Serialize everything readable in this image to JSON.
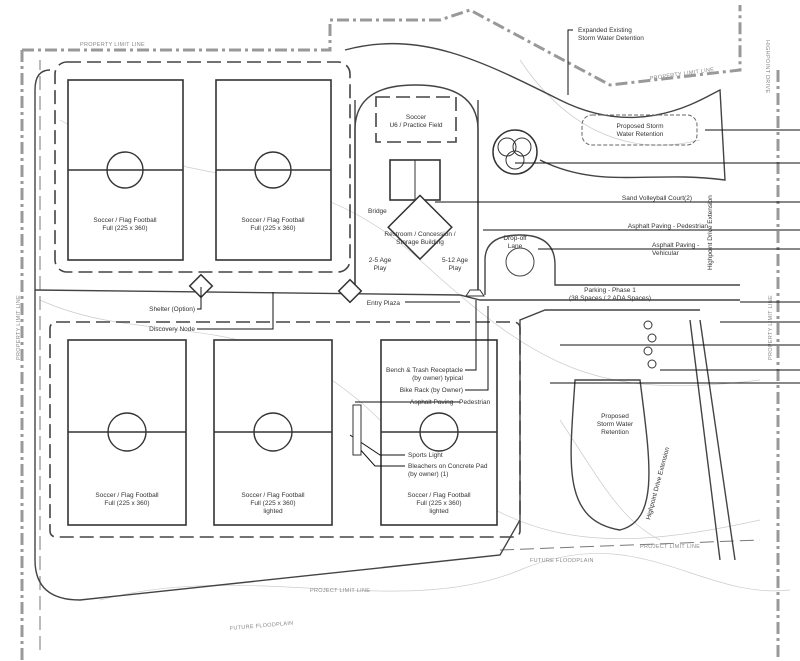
{
  "labels": {
    "expanded_detention": [
      "Expanded Existing",
      "Storm Water Detention"
    ],
    "property_limit_line": "PROPERTY LIMIT LINE",
    "project_limit_line": "PROJECT LIMIT LINE",
    "future_floodplain": "FUTURE FLOODPLAIN",
    "highpoint_drive": "HIGHPOINT DRIVE",
    "highpoint_drive_extension": "Highpoint Drive Extension",
    "proposed_retention_top": [
      "Proposed Storm",
      "Water Retention"
    ],
    "proposed_retention_bottom": [
      "Proposed",
      "Storm Water",
      "Retention"
    ],
    "soccer_u6": [
      "Soccer",
      "U6 / Practice Field"
    ],
    "sand_volleyball": "Sand Volleyball Court(2)",
    "asphalt_pedestrian": "Asphalt Paving - Pedestrian",
    "asphalt_vehicular": [
      "Asphalt Paving -",
      "Vehicular"
    ],
    "dropoff_lane": [
      "Drop-off",
      "Lane"
    ],
    "restroom_building": [
      "Restroom / Concession /",
      "Storage Building"
    ],
    "bridge": "Bridge",
    "play_2_5": [
      "2-5 Age",
      "Play"
    ],
    "play_5_12": [
      "5-12 Age",
      "Play"
    ],
    "parking": [
      "Parking - Phase 1",
      "(38 Spaces / 2 ADA Spaces)"
    ],
    "entry_plaza": "Entry Plaza",
    "shelter": "Shelter (Option)",
    "discovery_node": "Discovery Node",
    "bench_trash": [
      "Bench & Trash Receptacle",
      "(by owner) typical"
    ],
    "bike_rack": "Bike Rack (by Owner)",
    "asphalt_pedestrian_2": "Asphalt Paving - Pedestrian",
    "sports_light": "Sports Light",
    "bleachers": [
      "Bleachers on Concrete Pad",
      "(by owner) (1)"
    ]
  },
  "fields": [
    {
      "name": "Soccer / Flag Football",
      "size": "Full (225 x 360)",
      "note": ""
    },
    {
      "name": "Soccer / Flag Football",
      "size": "Full (225 x 360)",
      "note": ""
    },
    {
      "name": "Soccer / Flag Football",
      "size": "Full (225 x 360)",
      "note": ""
    },
    {
      "name": "Soccer / Flag Football",
      "size": "Full (225 x 360)",
      "note": "lighted"
    },
    {
      "name": "Soccer / Flag Football",
      "size": "Full (225 x 360)",
      "note": "lighted"
    }
  ]
}
